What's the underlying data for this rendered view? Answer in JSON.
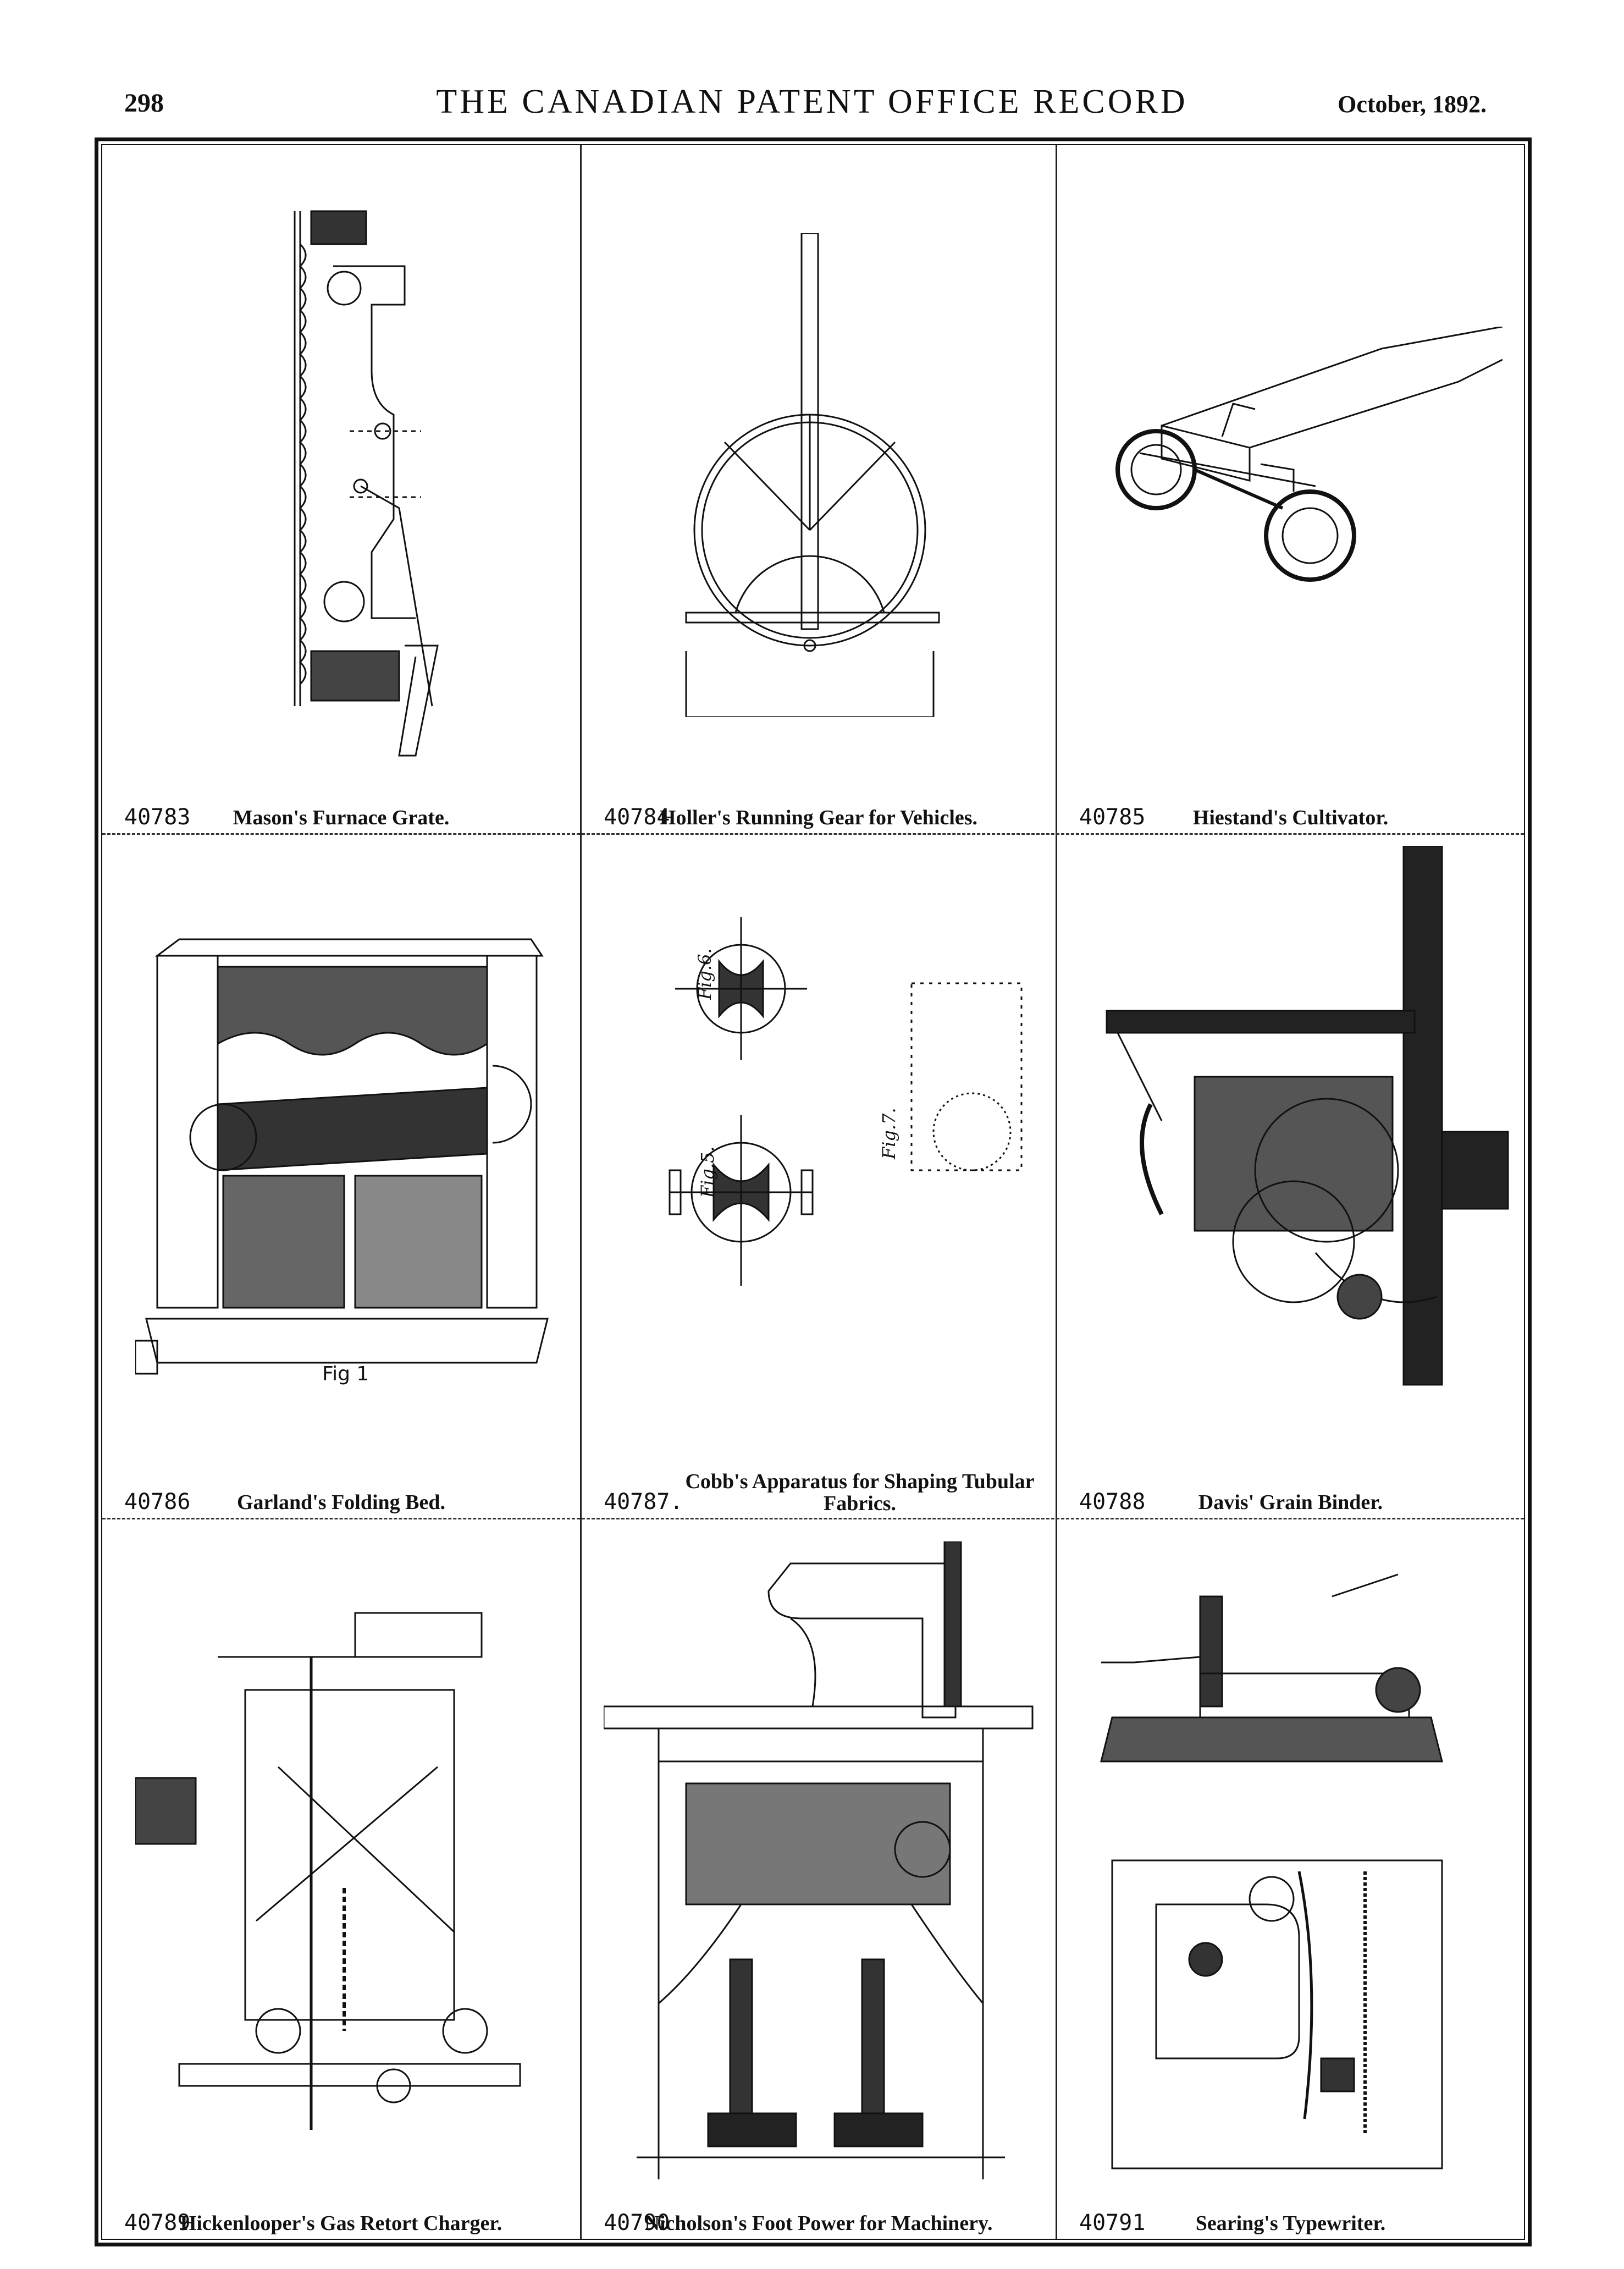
{
  "header": {
    "page_number": "298",
    "title": "THE CANADIAN PATENT OFFICE RECORD",
    "date": "October, 1892."
  },
  "patents": [
    {
      "number": "40783",
      "title": "Mason's Furnace Grate."
    },
    {
      "number": "40784",
      "title": "Holler's Running Gear for Vehicles."
    },
    {
      "number": "40785",
      "title": "Hiestand's Cultivator."
    },
    {
      "number": "40786",
      "title": "Garland's Folding Bed."
    },
    {
      "number": "40787.",
      "title": "Cobb's Apparatus for Shaping Tubular Fabrics."
    },
    {
      "number": "40788",
      "title": "Davis' Grain Binder."
    },
    {
      "number": "40789",
      "title": "Hickenlooper's Gas Retort Charger."
    },
    {
      "number": "40790",
      "title": "Nicholson's Foot Power for Machinery."
    },
    {
      "number": "40791",
      "title": "Searing's Typewriter."
    }
  ],
  "figure_labels": {
    "fig1": "Fig 1",
    "fig5": "Fig.5.",
    "fig6": "Fig.6.",
    "fig7": "Fig.7."
  }
}
